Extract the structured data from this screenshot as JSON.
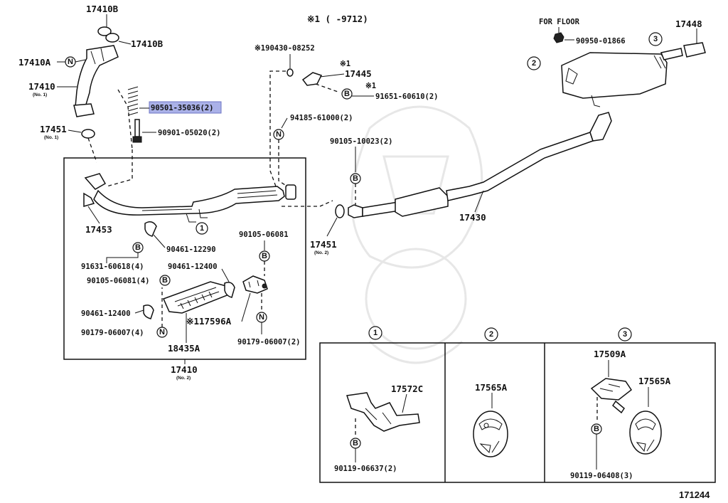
{
  "diagram": {
    "header_note": "※1 (   -9712)",
    "figure_id": "171244",
    "labels": {
      "p17410B_a": "17410B",
      "p17410B_b": "17410B",
      "p17410A": "17410A",
      "p17410_top": "17410",
      "p17410_top_sub": "(No. 1)",
      "p90501": "90501-35036(2)",
      "p90901": "90901-05020(2)",
      "p17451_top": "17451",
      "p17451_top_sub": "(No. 1)",
      "p17453": "17453",
      "p90461_12290": "90461-12290",
      "p91631": "91631-60618(4)",
      "p90105_4": "90105-06081(4)",
      "p90461_12400_a": "90461-12400",
      "p90461_12400_b": "90461-12400",
      "p90179_4": "90179-06007(4)",
      "p18435A": "18435A",
      "p17596A": "※117596A",
      "p90105_06081": "90105-06081",
      "p90179_2": "90179-06007(2)",
      "p17410_bot": "17410",
      "p17410_bot_sub": "(No. 2)",
      "p90430": "※190430-08252",
      "p17445_mark": "※1",
      "p17445": "17445",
      "p91651_mark": "※1",
      "p91651": "91651-60610(2)",
      "p94185": "94185-61000(2)",
      "p90105_10023": "90105-10023(2)",
      "p17451_mid": "17451",
      "p17451_mid_sub": "(No. 2)",
      "p17430": "17430",
      "for_floor": "FOR FLOOR",
      "p90950": "90950-01866",
      "p17448": "17448",
      "p17572C": "17572C",
      "p90119_06637": "90119-06637(2)",
      "p17565A_a": "17565A",
      "p17509A": "17509A",
      "p17565A_b": "17565A",
      "p90119_06408": "90119-06408(3)"
    },
    "markers": {
      "n": "N",
      "b": "B",
      "one": "1",
      "two": "2",
      "three": "3"
    },
    "colors": {
      "highlight": "#aab1e8",
      "ink": "#111111"
    }
  }
}
